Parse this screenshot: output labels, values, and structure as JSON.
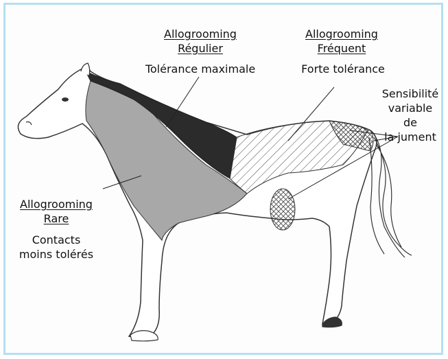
{
  "labels": {
    "regulier": {
      "heading1": "Allogrooming",
      "heading2": "Régulier",
      "desc": "Tolérance maximale"
    },
    "frequent": {
      "heading1": "Allogrooming",
      "heading2": "Fréquent",
      "desc": "Forte tolérance"
    },
    "rare": {
      "heading1": "Allogrooming",
      "heading2": "Rare",
      "desc1": "Contacts",
      "desc2": "moins tolérés"
    },
    "variable": {
      "line1": "Sensibilité",
      "line2": "variable",
      "line3": "de",
      "line4": "la jument"
    }
  },
  "colors": {
    "frame": "#b5dff2",
    "regulier_zone": "#2b2b2b",
    "rare_zone": "#a8a8a8",
    "hatch": "#444444"
  }
}
